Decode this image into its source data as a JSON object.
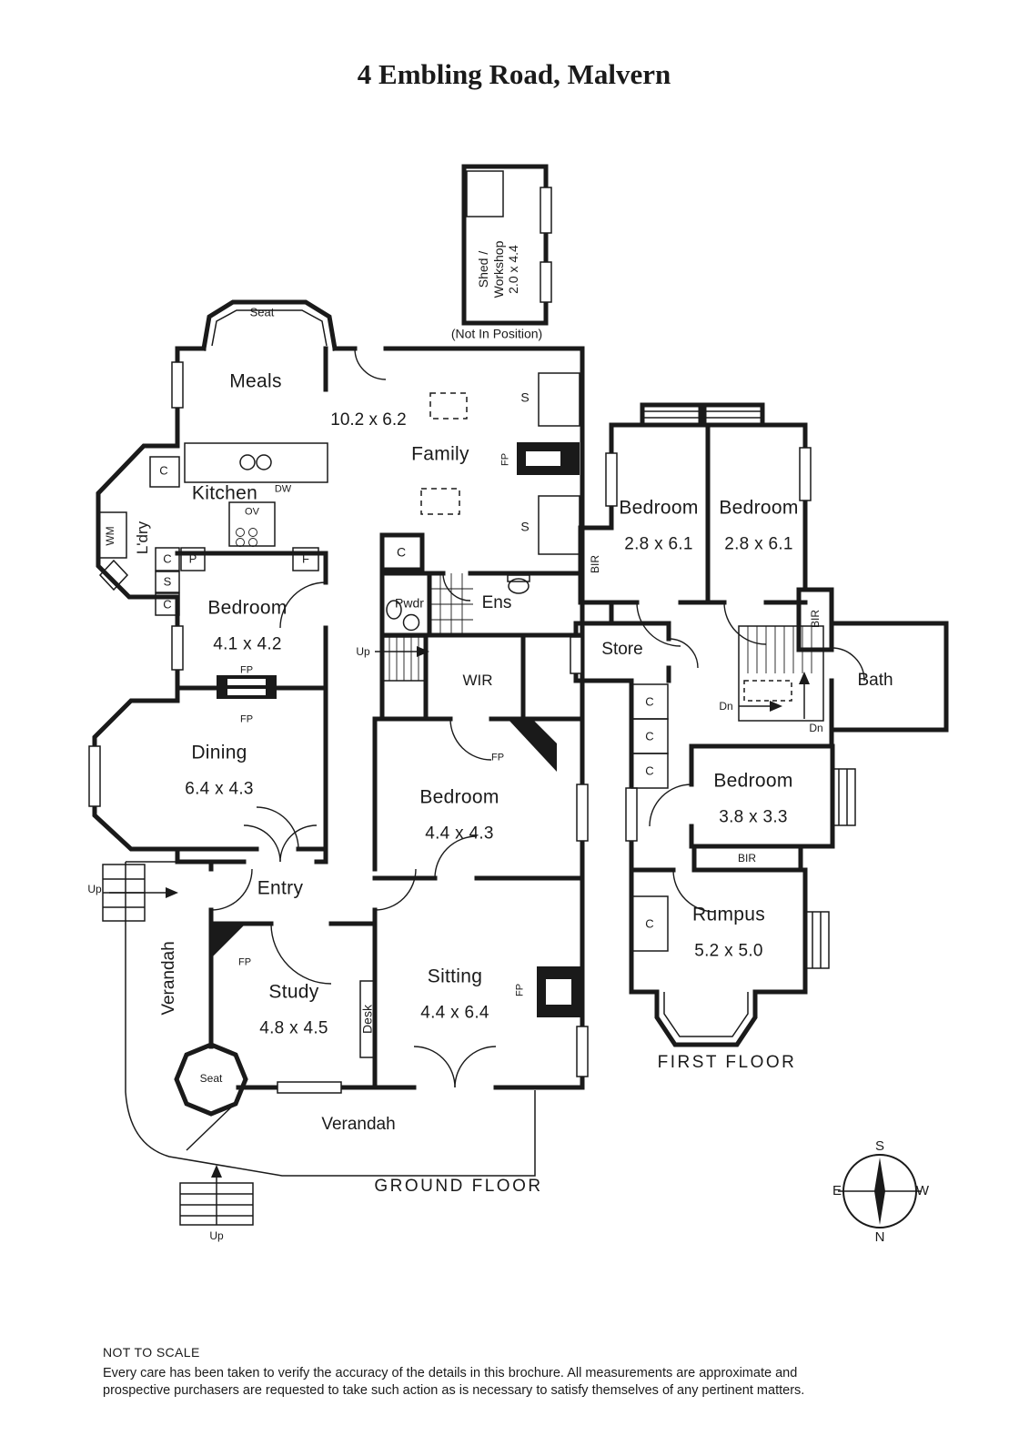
{
  "title": "4 Embling Road, Malvern",
  "colors": {
    "wall": "#1a1a1a",
    "background": "#ffffff"
  },
  "shed": {
    "label": "Shed /\nWorkshop\n2.0 x 4.4",
    "note": "(Not In Position)"
  },
  "ground_floor": {
    "floor_label": "GROUND FLOOR",
    "rooms": {
      "meals": {
        "name": "Meals"
      },
      "family": {
        "name": "Family",
        "dims": "10.2 x 6.2"
      },
      "kitchen": {
        "name": "Kitchen"
      },
      "laundry": {
        "name": "L'dry"
      },
      "bedroom1": {
        "name": "Bedroom",
        "dims": "4.1 x 4.2"
      },
      "dining": {
        "name": "Dining",
        "dims": "6.4 x 4.3"
      },
      "bedroom2": {
        "name": "Bedroom",
        "dims": "4.4 x 4.3"
      },
      "entry": {
        "name": "Entry"
      },
      "study": {
        "name": "Study",
        "dims": "4.8 x 4.5"
      },
      "sitting": {
        "name": "Sitting",
        "dims": "4.4 x 6.4"
      },
      "powder": {
        "name": "Pwdr"
      },
      "ensuite": {
        "name": "Ens"
      },
      "wir": {
        "name": "WIR"
      },
      "verandah": {
        "name": "Verandah"
      }
    }
  },
  "first_floor": {
    "floor_label": "FIRST FLOOR",
    "rooms": {
      "bedroom_left": {
        "name": "Bedroom",
        "dims": "2.8 x 6.1"
      },
      "bedroom_right": {
        "name": "Bedroom",
        "dims": "2.8 x 6.1"
      },
      "bedroom3": {
        "name": "Bedroom",
        "dims": "3.8 x 3.3"
      },
      "store": {
        "name": "Store"
      },
      "bath": {
        "name": "Bath"
      },
      "rumpus": {
        "name": "Rumpus",
        "dims": "5.2 x 5.0"
      }
    }
  },
  "small_labels": {
    "seat": "Seat",
    "desk": "Desk",
    "c": "C",
    "s": "S",
    "p": "P",
    "f": "F",
    "fp": "FP",
    "up": "Up",
    "dn": "Dn",
    "bir": "BIR",
    "wm": "WM",
    "dw": "DW",
    "ov": "OV"
  },
  "compass": {
    "n": "N",
    "s": "S",
    "e": "E",
    "w": "W"
  },
  "footer": {
    "not_to_scale": "NOT TO SCALE",
    "disclaimer": "Every care has been taken to verify the accuracy of the details in this brochure. All measurements are approximate and\nprospective purchasers are requested to take such action as is necessary to satisfy themselves of any pertinent matters."
  }
}
